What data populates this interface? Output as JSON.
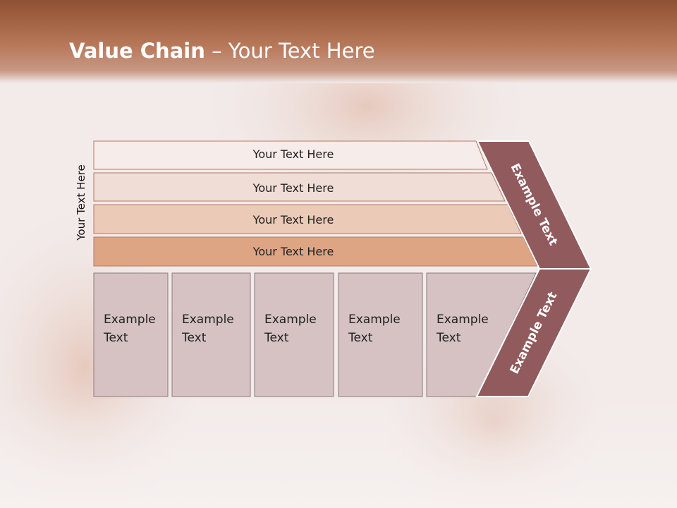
{
  "slide": {
    "title_bold": "Value Chain",
    "title_rest": " – Your Text Here",
    "side_label": "Your Text Here"
  },
  "bars": [
    {
      "label": "Your Text Here"
    },
    {
      "label": "Your Text Here"
    },
    {
      "label": "Your Text Here"
    },
    {
      "label": "Your Text Here"
    }
  ],
  "columns": [
    {
      "line1": "Example",
      "line2": "Text"
    },
    {
      "line1": "Example",
      "line2": "Text"
    },
    {
      "line1": "Example",
      "line2": "Text"
    },
    {
      "line1": "Example",
      "line2": "Text"
    },
    {
      "line1": "Example",
      "line2": "Text"
    }
  ],
  "chevron": {
    "upper_label": "Example Text",
    "lower_label": "Example Text"
  },
  "colors": {
    "title_bar": "#a9684a",
    "bar_fills": [
      "#f6ecea",
      "#f0ddd6",
      "#ebcab8",
      "#dea585"
    ],
    "bar_stroke": "#b07a66",
    "column_fill": "#d6c2c3",
    "column_stroke": "#8e7a7b",
    "chevron_fill": "#915a5d",
    "chevron_stroke": "#ffffff"
  }
}
